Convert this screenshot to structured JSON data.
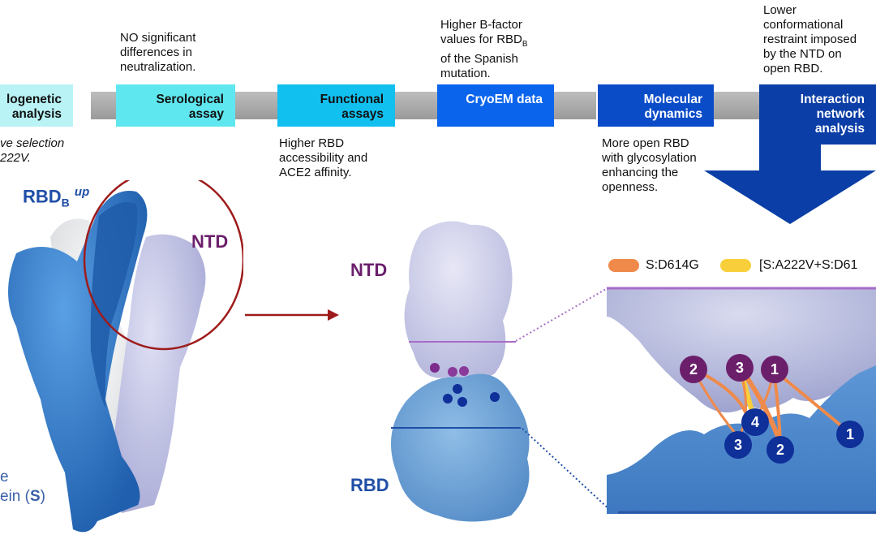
{
  "colors": {
    "purple": "#6b1f6b",
    "rbd_blue": "#1f4ea6",
    "dark_red": "#9e1b1b",
    "orange": "#ef8a4a",
    "yellow": "#f8cf3a"
  },
  "pipeline": {
    "stages": [
      {
        "label_lines": [
          "logenetic",
          "analysis"
        ],
        "color": "#b9f3f6",
        "text": "dark"
      },
      {
        "label_lines": [
          "Serological",
          "assay"
        ],
        "color": "#5fe7ef",
        "text": "dark"
      },
      {
        "label_lines": [
          "Functional",
          "assays"
        ],
        "color": "#12c0f0",
        "text": "dark"
      },
      {
        "label_lines": [
          "CryoEM data"
        ],
        "color": "#0a64ec",
        "text": "light"
      },
      {
        "label_lines": [
          "Molecular",
          "dynamics"
        ],
        "color": "#0a4cc8",
        "text": "light"
      },
      {
        "label_lines": [
          "Interaction",
          "network",
          "analysis"
        ],
        "color": "#0b3ea6",
        "text": "light"
      }
    ]
  },
  "notes_above": {
    "serological": [
      "NO significant",
      "differences in",
      "neutralization."
    ],
    "cryoem": [
      "Higher B-factor",
      "values for RBD",
      "of the Spanish",
      "mutation."
    ],
    "cryoem_subscript": "B",
    "interaction": [
      "Lower",
      "conformational",
      "restraint imposed",
      "by the NTD on",
      "open RBD."
    ]
  },
  "notes_below": {
    "phylo": [
      "ve selection",
      "222V."
    ],
    "functional": [
      "Higher RBD",
      "accessibility and",
      "ACE2 affinity."
    ],
    "md": [
      "More open RBD",
      "with glycosylation",
      "enhancing the",
      "openness."
    ]
  },
  "left_panel": {
    "rbd_main": "RBD",
    "rbd_sub": "B",
    "rbd_sup": "up",
    "ntd": "NTD",
    "spike_line1": "e",
    "spike_line2_pre": "ein (",
    "spike_line2_bold": "S",
    "spike_line2_post": ")"
  },
  "middle_panel": {
    "ntd": "NTD",
    "rbd": "RBD"
  },
  "right_panel": {
    "legend": [
      {
        "label": "S:D614G",
        "color": "#ef8a4a"
      },
      {
        "label": "[S:A222V+S:D61",
        "color": "#f8cf3a"
      }
    ],
    "ntd_nodes": [
      "2",
      "3",
      "1"
    ],
    "rbd_nodes": [
      "4",
      "3",
      "2",
      "1"
    ]
  }
}
